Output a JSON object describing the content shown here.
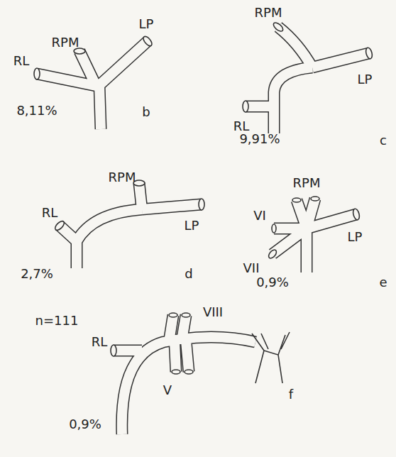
{
  "diagram": {
    "labels": [
      "RPM",
      "LP",
      "RL",
      "8,11%",
      "b",
      "RPM",
      "LP",
      "RL",
      "9,91%",
      "c",
      "RPM",
      "LP",
      "RL",
      "2,7%",
      "d",
      "RPM",
      "VI",
      "VII",
      "LP",
      "0,9%",
      "e",
      "n=111",
      "VIII",
      "RL",
      "V",
      "0,9%",
      "f"
    ]
  }
}
